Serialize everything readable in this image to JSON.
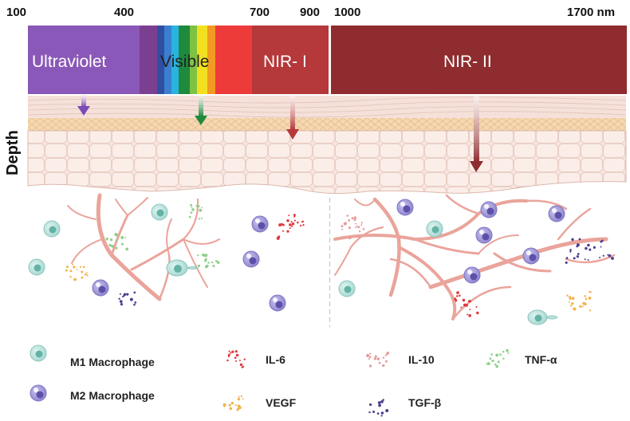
{
  "scale_ticks": [
    "100",
    "400",
    "700",
    "900",
    "1000",
    "1700 nm"
  ],
  "regions": {
    "ultraviolet": "Ultraviolet",
    "visible": "Visible",
    "nir1": "NIR- I",
    "nir2": "NIR- II"
  },
  "depth_label": "Depth",
  "legend": {
    "m1": "M1 Macrophage",
    "m2": "M2 Macrophage",
    "il6": "IL-6",
    "vegf": "VEGF",
    "il10": "IL-10",
    "tgfb": "TGF-β",
    "tnfa": "TNF-α"
  },
  "colors": {
    "ultraviolet": "#8a58b8",
    "nir1": "#b5383a",
    "nir2": "#8f2c2f",
    "m1_cell": "#bfe3dd",
    "m2_cell": "#9c94d6",
    "il6": "#e0393e",
    "vegf": "#f2b24a",
    "il10": "#e79a9a",
    "tgfb": "#4b3f8e",
    "tnfa": "#8fd08a",
    "vessel": "#eaa49b",
    "epidermis": "#f6e4dd",
    "fat": "#f3d3a8"
  }
}
